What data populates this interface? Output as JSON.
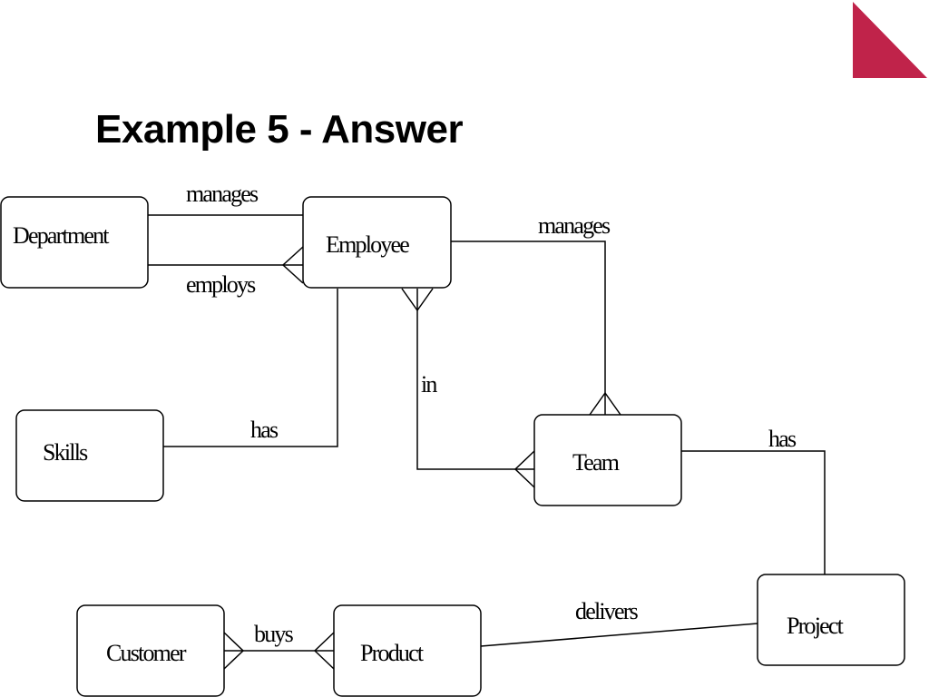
{
  "slide": {
    "title": "Example 5 - Answer",
    "accent_color": "#c0234a"
  },
  "entities": {
    "department": "Department",
    "employee": "Employee",
    "skills": "Skills",
    "team": "Team",
    "project": "Project",
    "customer": "Customer",
    "product": "Product"
  },
  "relationships": {
    "department_manages_employee": "manages",
    "department_employs_employee": "employs",
    "employee_manages_team": "manages",
    "employee_in_team": "in",
    "employee_has_skills": "has",
    "team_has_project": "has",
    "project_delivers_product": "delivers",
    "customer_buys_product": "buys"
  }
}
